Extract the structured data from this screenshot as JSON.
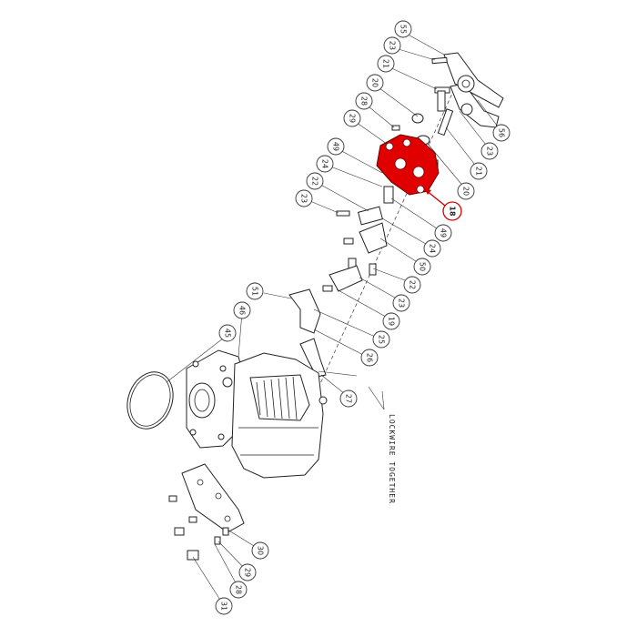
{
  "callouts": {
    "c55": "55",
    "c23a": "23",
    "c21a": "21",
    "c20a": "20",
    "c28a": "28",
    "c29a": "29",
    "c56": "56",
    "c23b": "23",
    "c21b": "21",
    "c20b": "20",
    "c49a": "49",
    "c24a": "24",
    "c22a": "22",
    "c23c": "23",
    "c18": "18",
    "c49b": "49",
    "c24b": "24",
    "c50": "50",
    "c22b": "22",
    "c23d": "23",
    "c19": "19",
    "c51": "51",
    "c25": "25",
    "c26": "26",
    "c27": "27",
    "c45": "45",
    "c46": "46",
    "c30": "30",
    "c29b": "29",
    "c28b": "28",
    "c31": "31"
  },
  "note": "LOCKWIRE TOGETHER",
  "highlight_color": "#e00000"
}
